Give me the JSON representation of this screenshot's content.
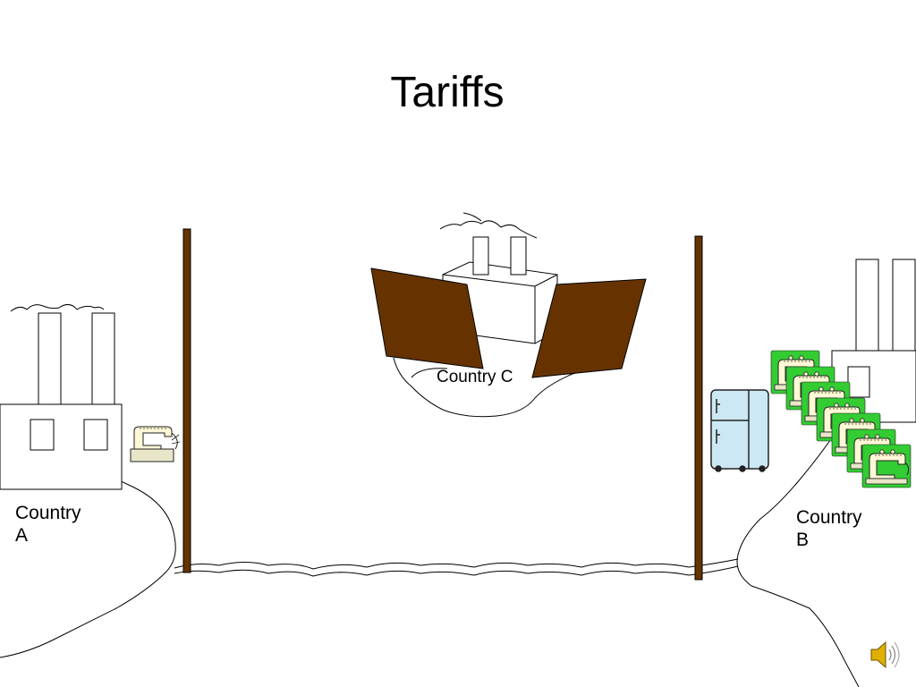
{
  "slide": {
    "title": "Tariffs",
    "countries": {
      "a": {
        "line1": "Country",
        "line2": "A"
      },
      "b": {
        "line1": "Country",
        "line2": "B"
      },
      "c": {
        "label": "Country C"
      }
    }
  },
  "colors": {
    "wall": "#663300",
    "tile_green": "#33cc33",
    "fridge": "#cce8f4"
  },
  "icons": [
    "factory-icon",
    "sewing-machine-icon",
    "refrigerator-icon",
    "speaker-icon"
  ]
}
